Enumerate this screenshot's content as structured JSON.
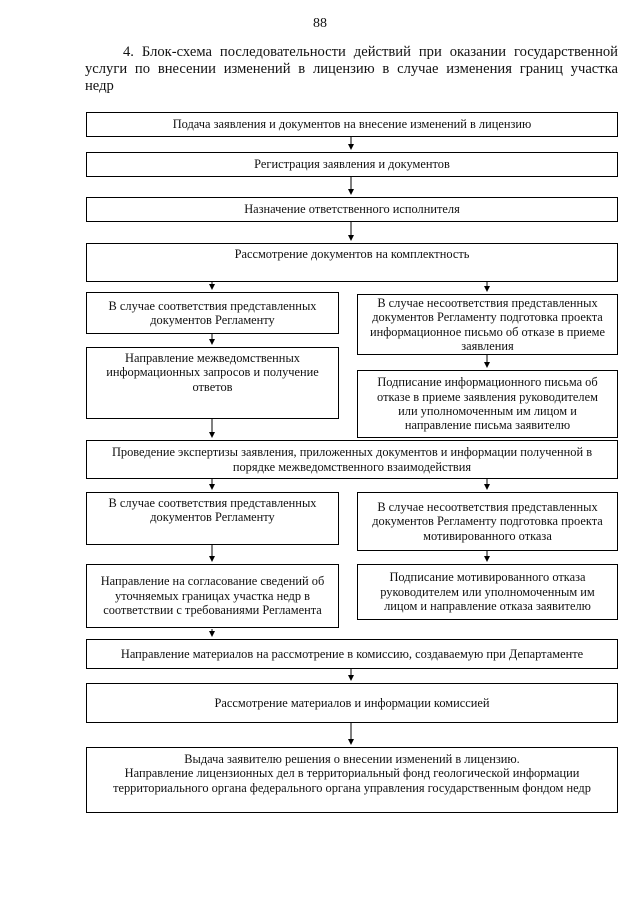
{
  "page": {
    "number": "88"
  },
  "heading": {
    "text": "4. Блок-схема последовательности действий при оказании государственной услуги по внесении изменений в лицензию в случае изменения границ участка недр"
  },
  "flowchart": {
    "boxes": {
      "submit": "Подача заявления и документов на внесение изменений в лицензию",
      "register": "Регистрация заявления и документов",
      "assign": "Назначение ответственного исполнителя",
      "review_completeness": "Рассмотрение документов на комплектность",
      "left_match1": "В случае соответствия представленных документов Регламенту",
      "right_mismatch1": "В случае несоответствия представленных документов Регламенту подготовка проекта информационное письмо об отказе в приеме заявления",
      "left_requests": "Направление межведомственных информационных запросов и получение ответов",
      "right_sign_letter": "Подписание информационного письма об отказе в приеме заявления руководителем или уполномоченным им лицом и направление письма заявителю",
      "expertise": "Проведение экспертизы заявления, приложенных документов и информации полученной в порядке межведомственного взаимодействия",
      "left_match2": "В случае соответствия представленных документов Регламенту",
      "right_mismatch2": "В случае несоответствия представленных документов Регламенту подготовка проекта мотивированного отказа",
      "left_coordination": "Направление на согласование сведений об уточняемых границах участка недр в соответствии с требованиями Регламента",
      "right_sign_refusal": "Подписание мотивированного отказа руководителем или уполномоченным им лицом и направление отказа заявителю",
      "send_commission": "Направление материалов на рассмотрение в комиссию, создаваемую при Департаменте",
      "commission_review": "Рассмотрение материалов и информации комиссией",
      "final_line1": "Выдача заявителю решения о внесении изменений в лицензию.",
      "final_line2": "Направление лицензионных дел в территориальный фонд геологической информации территориального органа федерального органа управления государственным фондом недр"
    }
  }
}
